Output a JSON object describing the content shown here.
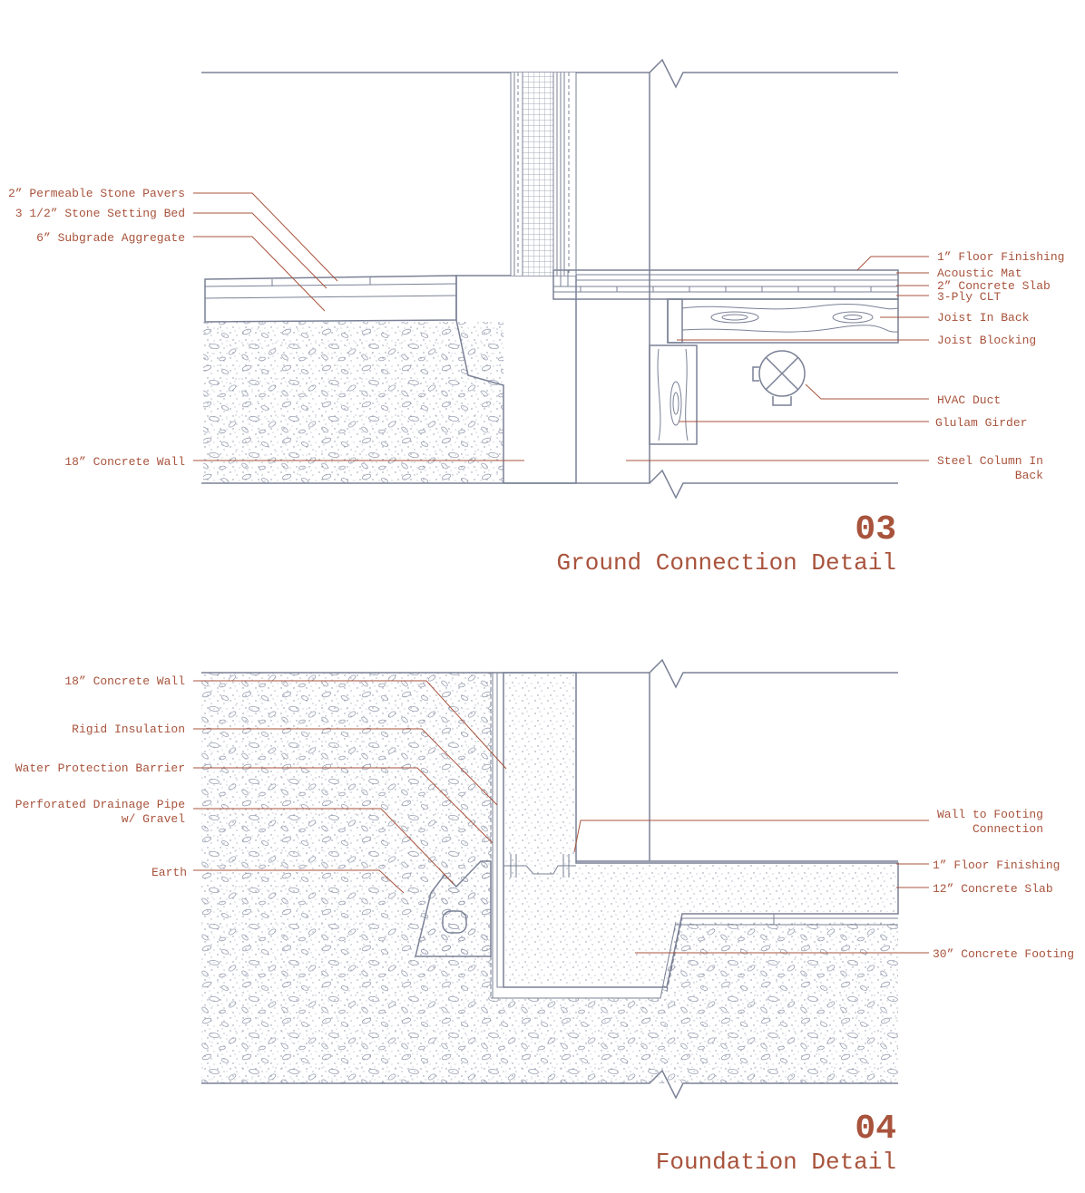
{
  "detail_03": {
    "number": "03",
    "title": "Ground Connection Detail",
    "labels": {
      "pavers": "2” Permeable Stone Pavers",
      "setting_bed": "3 1/2” Stone Setting Bed",
      "aggregate": "6” Subgrade Aggregate",
      "concrete_wall": "18” Concrete Wall",
      "floor_finishing": "1” Floor Finishing",
      "acoustic_mat": "Acoustic Mat",
      "concrete_slab": "2” Concrete Slab",
      "clt": "3-Ply CLT",
      "joist_in_back": "Joist In Back",
      "joist_blocking": "Joist Blocking",
      "hvac_duct": "HVAC Duct",
      "glulam_girder": "Glulam Girder",
      "steel_column_line1": "Steel Column In",
      "steel_column_line2": "Back"
    }
  },
  "detail_04": {
    "number": "04",
    "title": "Foundation Detail",
    "labels": {
      "concrete_wall": "18” Concrete Wall",
      "rigid_insulation": "Rigid Insulation",
      "water_barrier": "Water Protection Barrier",
      "drainage_line1": "Perforated Drainage Pipe",
      "drainage_line2": "w/ Gravel",
      "earth": "Earth",
      "wall_footing_line1": "Wall to Footing",
      "wall_footing_line2": "Connection",
      "floor_finishing": "1” Floor Finishing",
      "concrete_slab": "12” Concrete Slab",
      "concrete_footing": "30” Concrete Footing"
    }
  },
  "colors": {
    "linework": "#7a8196",
    "annotation": "#a8533c"
  }
}
